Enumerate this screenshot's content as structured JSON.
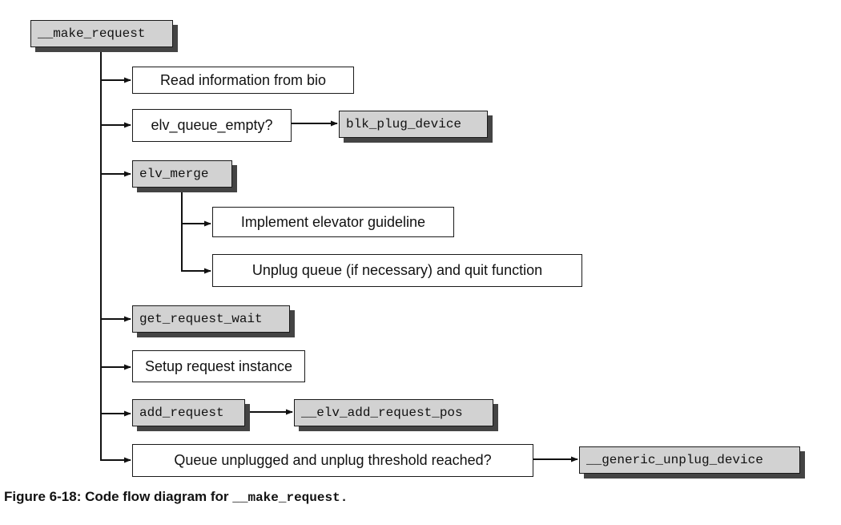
{
  "diagram": {
    "root": "__make_request",
    "steps": {
      "read_bio": "Read information from bio",
      "elv_queue_empty": "elv_queue_empty?",
      "blk_plug_device": "blk_plug_device",
      "elv_merge": "elv_merge",
      "implement_elevator": "Implement elevator guideline",
      "unplug_queue": "Unplug queue (if necessary) and quit function",
      "get_request_wait": "get_request_wait",
      "setup_request": "Setup request instance",
      "add_request": "add_request",
      "elv_add_request_pos": "__elv_add_request_pos",
      "queue_unplugged": "Queue unplugged and unplug threshold reached?",
      "generic_unplug_device": "__generic_unplug_device"
    }
  },
  "caption": {
    "text": "Figure 6-18: Code flow diagram for ",
    "code": "__make_request."
  }
}
